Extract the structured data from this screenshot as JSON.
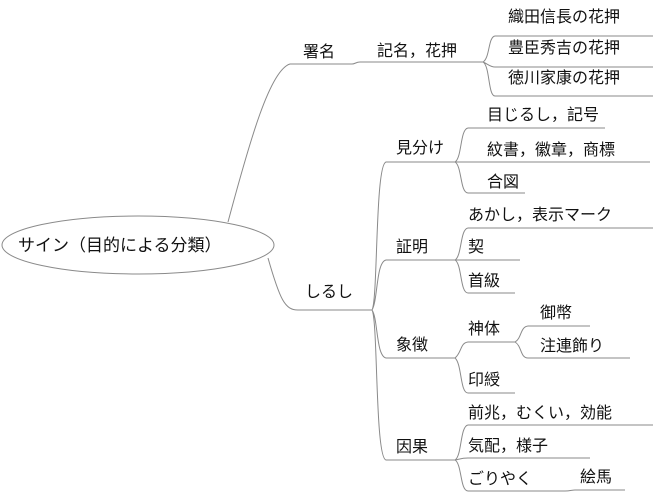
{
  "root": "サイン（目的による分類）",
  "branches": {
    "shomei": {
      "label": "署名",
      "child": "記名，花押",
      "leaves": [
        "織田信長の花押",
        "豊臣秀吉の花押",
        "徳川家康の花押"
      ]
    },
    "shirushi": {
      "label": "しるし",
      "miwake": {
        "label": "見分け",
        "leaves": [
          "目じるし，記号",
          "紋書，徽章，商標",
          "合図"
        ]
      },
      "shomei2": {
        "label": "証明",
        "leaves": [
          "あかし，表示マーク",
          "契",
          "首級"
        ]
      },
      "shocho": {
        "label": "象徴",
        "shintai": "神体",
        "shintai_leaves": [
          "御幣",
          "注連飾り"
        ],
        "inju": "印綬"
      },
      "inga": {
        "label": "因果",
        "leaves": [
          "前兆，むくい，効能",
          "気配，様子",
          "ごりやく"
        ],
        "goriyaku_leaf": "絵馬"
      }
    }
  }
}
